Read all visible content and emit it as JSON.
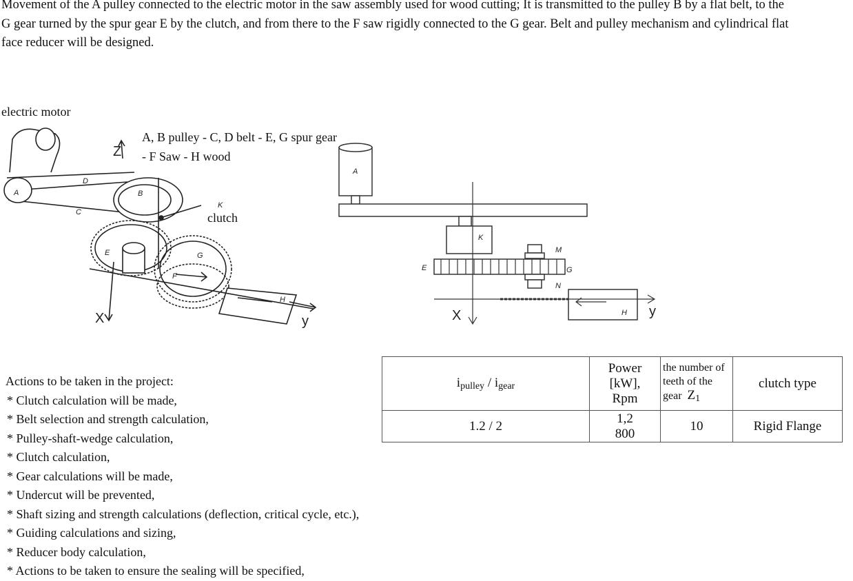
{
  "intro": {
    "text": "Movement of the A pulley connected to the electric motor in the saw assembly used for wood cutting; It is transmitted to the pulley B by a flat belt, to the G gear turned by the spur gear E by the clutch, and from there to the F saw rigidly connected to the G gear. Belt and pulley mechanism and cylindrical flat face reducer will be designed."
  },
  "figure1": {
    "motor_label": "electric motor",
    "legend_line1": "A, B pulley - C, D belt - E, G spur gear",
    "legend_line2": "- F Saw - H wood",
    "clutch_label": "clutch",
    "letters": {
      "A": "A",
      "B": "B",
      "C": "C",
      "D": "D",
      "E": "E",
      "F": "F",
      "G": "G",
      "H": "H",
      "K": "K"
    },
    "axes": {
      "z": "Z",
      "x": "X",
      "y": "y"
    }
  },
  "figure2": {
    "letters": {
      "A": "A",
      "K": "K",
      "M": "M",
      "N": "N",
      "E": "E",
      "G": "G",
      "H": "H"
    },
    "axes": {
      "x": "X",
      "y": "y"
    }
  },
  "actions": {
    "heading": "Actions to be taken in the project:",
    "items": [
      "* Clutch calculation will be made,",
      "* Belt selection and strength calculation,",
      "* Pulley-shaft-wedge calculation,",
      "* Clutch calculation,",
      "* Gear calculations will be made,",
      "* Undercut will be prevented,",
      "* Shaft sizing and strength calculations (deflection, critical cycle, etc.),",
      "* Guiding calculations and sizing,",
      "* Reducer body calculation,",
      "* Actions to be taken to ensure the sealing will be specified,"
    ]
  },
  "table": {
    "ratio_i": "i",
    "ratio_sub1": "pulley",
    "ratio_sep": " / ",
    "ratio_sub2": "gear",
    "power_line1": "Power",
    "power_line2": "[kW],",
    "power_line3": "Rpm",
    "teeth_line1": "the number of",
    "teeth_line2": "teeth of the",
    "teeth_line3": "gear",
    "teeth_symbol": "Z",
    "teeth_symbol_sub": "1",
    "clutch_header": "clutch type",
    "ratio_value": "1.2 / 2",
    "power_value": "1,2",
    "rpm_value": "800",
    "teeth_value": "10",
    "clutch_value": "Rigid Flange"
  }
}
